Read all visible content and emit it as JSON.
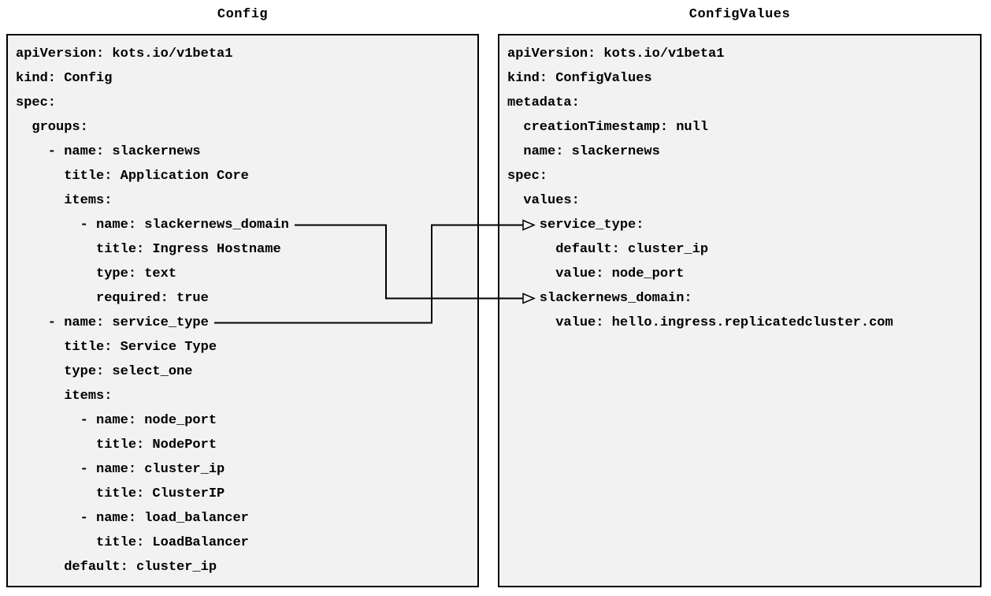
{
  "left_panel": {
    "title": "Config",
    "lines": [
      "apiVersion: kots.io/v1beta1",
      "kind: Config",
      "spec:",
      "  groups:",
      "    - name: slackernews",
      "      title: Application Core",
      "      items:",
      "        - name: slackernews_domain",
      "          title: Ingress Hostname",
      "          type: text",
      "          required: true",
      "    - name: service_type",
      "      title: Service Type",
      "      type: select_one",
      "      items:",
      "        - name: node_port",
      "          title: NodePort",
      "        - name: cluster_ip",
      "          title: ClusterIP",
      "        - name: load_balancer",
      "          title: LoadBalancer",
      "      default: cluster_ip"
    ]
  },
  "right_panel": {
    "title": "ConfigValues",
    "lines": [
      "apiVersion: kots.io/v1beta1",
      "kind: ConfigValues",
      "metadata:",
      "  creationTimestamp: null",
      "  name: slackernews",
      "spec:",
      "  values:",
      "    service_type:",
      "      default: cluster_ip",
      "      value: node_port",
      "    slackernews_domain:",
      "      value: hello.ingress.replicatedcluster.com"
    ]
  },
  "connections": [
    {
      "from": "Config item slackernews_domain",
      "to": "ConfigValues value slackernews_domain"
    },
    {
      "from": "Config item service_type",
      "to": "ConfigValues value service_type"
    }
  ],
  "colors": {
    "page_bg": "#ffffff",
    "panel_bg": "#f2f2f2",
    "panel_border": "#000000",
    "text": "#000000",
    "arrow": "#000000"
  }
}
